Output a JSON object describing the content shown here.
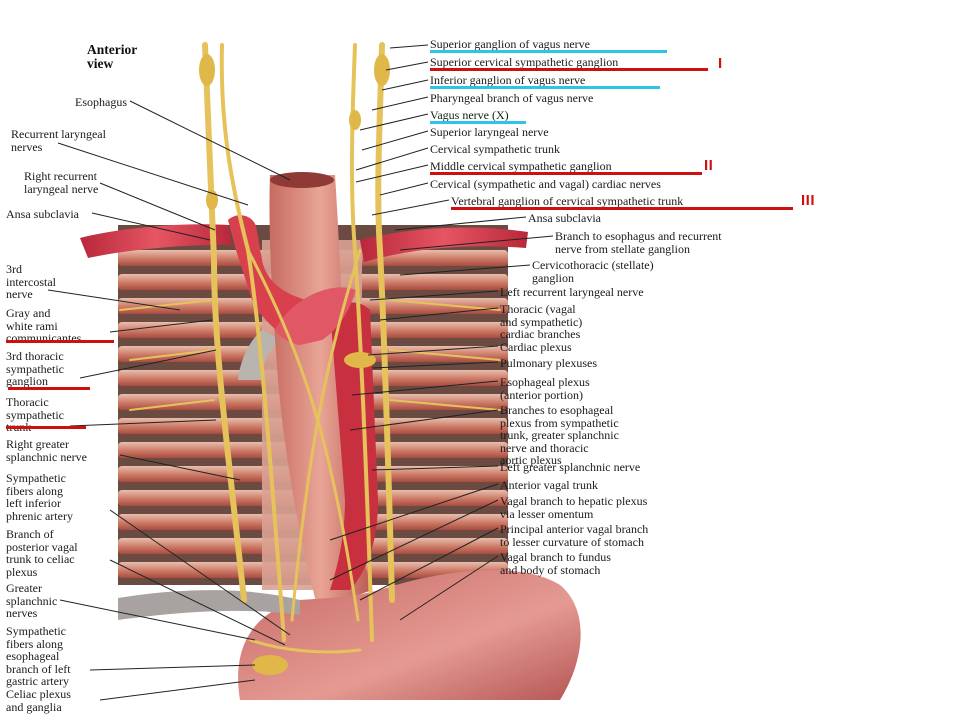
{
  "view_title": "Anterior\nview",
  "colors": {
    "highlight_cyan": "#2fc3e6",
    "highlight_red": "#d01010",
    "nerve_yellow": "#e6c25a",
    "artery_red": "#d8404e",
    "muscle_pink": "#d98a80"
  },
  "right_labels": [
    "Superior ganglion of vagus nerve",
    "Superior cervical sympathetic ganglion",
    "Inferior ganglion of vagus nerve",
    "Pharyngeal branch of vagus nerve",
    "Vagus nerve (X)",
    "Superior laryngeal nerve",
    "Cervical sympathetic trunk",
    "Middle cervical sympathetic ganglion",
    "Cervical (sympathetic and vagal) cardiac nerves",
    "Vertebral ganglion of cervical sympathetic trunk",
    "Ansa subclavia",
    "Branch to esophagus and recurrent\nnerve from stellate ganglion",
    "Cervicothoracic (stellate)\nganglion",
    "Left recurrent laryngeal nerve",
    "Thoracic (vagal\nand sympathetic)\ncardiac branches",
    "Cardiac plexus",
    "Pulmonary plexuses",
    "Esophageal plexus\n(anterior portion)",
    "Branches to esophageal\nplexus from sympathetic\ntrunk, greater splanchnic\nnerve and thoracic\naortic plexus",
    "Left greater splanchnic nerve",
    "Anterior vagal trunk",
    "Vagal branch to hepatic plexus\nvia lesser omentum",
    "Principal anterior vagal branch\nto lesser curvature of stomach",
    "Vagal branch to fundus\nand body of stomach"
  ],
  "left_labels": [
    "Esophagus",
    "Recurrent laryngeal\nnerves",
    "Right recurrent\nlaryngeal nerve",
    "Ansa subclavia",
    "3rd\nintercostal\nnerve",
    "Gray and\nwhite rami\ncommunicantes",
    "3rd thoracic\nsympathetic\nganglion",
    "Thoracic\nsympathetic\ntrunk",
    "Right greater\nsplanchnic nerve",
    "Sympathetic\nfibers along\nleft inferior\nphrenic artery",
    "Branch of\nposterior vagal\ntrunk to celiac\nplexus",
    "Greater\nsplanchnic\nnerves",
    "Sympathetic\nfibers along\nesophageal\nbranch of left\ngastric artery",
    "Celiac plexus\nand ganglia"
  ],
  "roman_markers": [
    "I",
    "II",
    "III"
  ]
}
